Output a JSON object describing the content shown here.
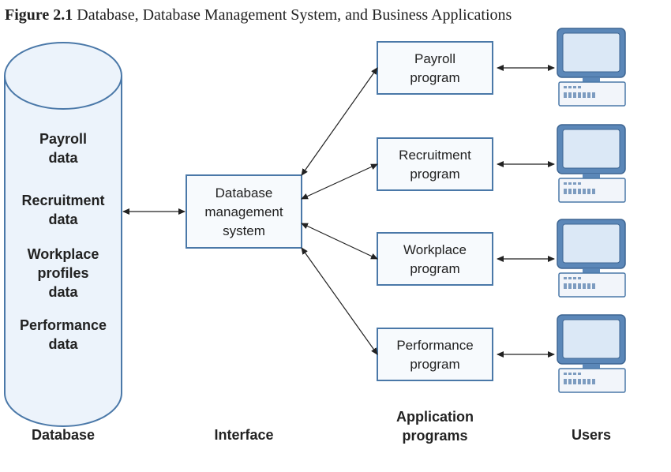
{
  "figure": {
    "number": "Figure 2.1",
    "title": "Database, Database Management System, and Business Applications"
  },
  "database": {
    "items": [
      [
        "Payroll",
        "data"
      ],
      [
        "Recruitment",
        "data"
      ],
      [
        "Workplace",
        "profiles",
        "data"
      ],
      [
        "Performance",
        "data"
      ]
    ]
  },
  "dbms": {
    "lines": [
      "Database",
      "management",
      "system"
    ]
  },
  "programs": [
    {
      "lines": [
        "Payroll",
        "program"
      ]
    },
    {
      "lines": [
        "Recruitment",
        "program"
      ]
    },
    {
      "lines": [
        "Workplace",
        "program"
      ]
    },
    {
      "lines": [
        "Performance",
        "program"
      ]
    }
  ],
  "columns": {
    "database": [
      "Database"
    ],
    "interface": [
      "Interface"
    ],
    "applications": [
      "Application",
      "programs"
    ],
    "users": [
      "Users"
    ]
  },
  "colors": {
    "stroke": "#4a78a8",
    "cylinder_fill": "#ecf3fb",
    "box_fill": "#f7fafd",
    "monitor_frame": "#5b87b8",
    "monitor_screen": "#dbe8f6",
    "keyboard_fill": "#f2f5fa",
    "key": "#7d9cc0",
    "arrow": "#222222"
  },
  "icons": {
    "user": "computer-workstation-icon"
  }
}
